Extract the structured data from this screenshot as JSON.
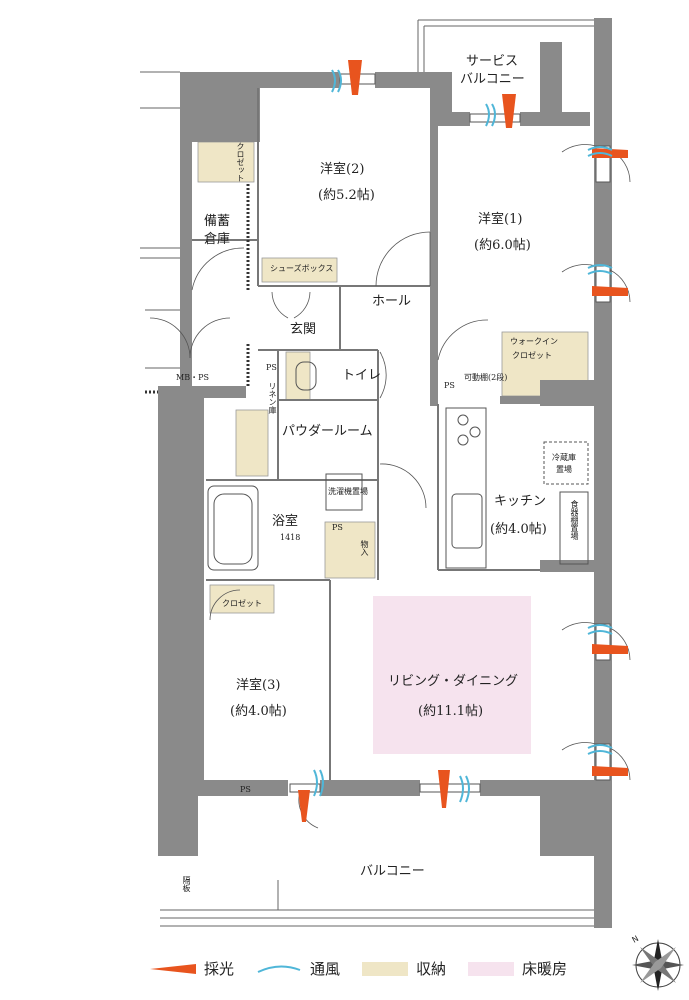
{
  "rooms": {
    "western2": {
      "name": "洋室(2)",
      "size": "(約5.2帖)"
    },
    "western1": {
      "name": "洋室(1)",
      "size": "(約6.0帖)"
    },
    "western3": {
      "name": "洋室(3)",
      "size": "(約4.0帖)"
    },
    "kitchen": {
      "name": "キッチン",
      "size": "(約4.0帖)"
    },
    "living": {
      "name": "リビング・ダイニング",
      "size": "(約11.1帖)"
    },
    "service_balcony": {
      "line1": "サービス",
      "line2": "バルコニー"
    },
    "balcony": "バルコニー",
    "storage": {
      "line1": "備蓄",
      "line2": "倉庫"
    },
    "hall": "ホール",
    "entrance": "玄関",
    "toilet": "トイレ",
    "powder": "パウダールーム",
    "bath": "浴室",
    "bath_size": "1418"
  },
  "small_labels": {
    "closet_top": "クロゼット",
    "closet_w3": "クロゼット",
    "shoes_box": "シューズボックス",
    "walk_in_1": "ウォークイン",
    "walk_in_2": "クロゼット",
    "movable_shelf": "可動棚(2段)",
    "fridge_1": "冷蔵庫",
    "fridge_2": "置場",
    "dish_shelf": "食器棚置場",
    "washer": "洗濯機置場",
    "linen": "リネン庫",
    "storage_in": "物入",
    "ps_toilet": "PS",
    "ps_kitchen": "PS",
    "ps_bath": "PS",
    "ps_bottom": "PS",
    "mbps": "MB・PS",
    "partition": "隔板"
  },
  "legend": [
    {
      "label": "採光",
      "color": "#e8541e"
    },
    {
      "label": "通風",
      "color": "#4fb6d8"
    },
    {
      "label": "収納",
      "color": "#efe6c6"
    },
    {
      "label": "床暖房",
      "color": "#f6e3ee"
    }
  ],
  "colors": {
    "wall": "#8a8a8a",
    "storage": "#efe6c6",
    "floor_heating": "#f6e3ee",
    "light": "#e8541e",
    "wind": "#4fb6d8"
  }
}
